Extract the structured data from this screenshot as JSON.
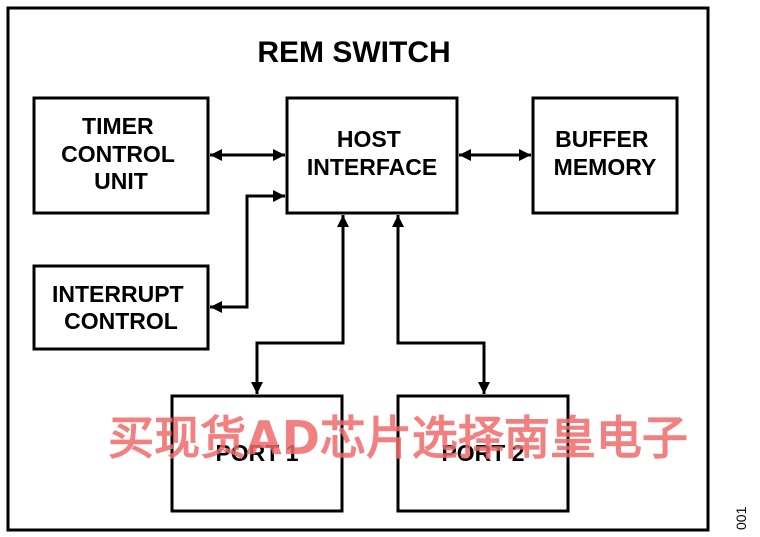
{
  "title": "REM SWITCH",
  "blocks": {
    "timer": [
      "TIMER",
      "CONTROL",
      "UNIT"
    ],
    "host": [
      "HOST",
      "INTERFACE"
    ],
    "buffer": [
      "BUFFER",
      "MEMORY"
    ],
    "interrupt": [
      "INTERRUPT",
      "CONTROL"
    ],
    "port1": [
      "PORT 1"
    ],
    "port2": [
      "PORT 2"
    ]
  },
  "watermark": "买现货AD芯片选择南皇电子",
  "figure_number": "001"
}
